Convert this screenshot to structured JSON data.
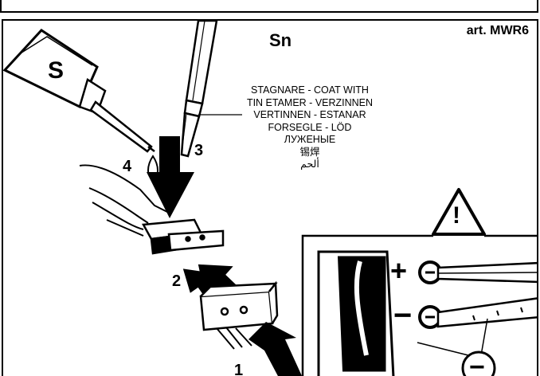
{
  "article_code": "art. MWR6",
  "element_symbol": "Sn",
  "solder_tube_letter": "S",
  "instructions": [
    "STAGNARE - COAT WITH",
    "TIN ETAMER - VERZINNEN",
    "VERTINNEN - ESTANAR",
    "FORSEGLE - LÖD",
    "ЛУЖЕНЫЕ",
    "锡焊",
    "ألحم"
  ],
  "step_labels": [
    "1",
    "2",
    "3",
    "4"
  ],
  "polarity": {
    "positive": "+",
    "negative": "−",
    "negative_callout": "−"
  },
  "warning_symbol": "!"
}
